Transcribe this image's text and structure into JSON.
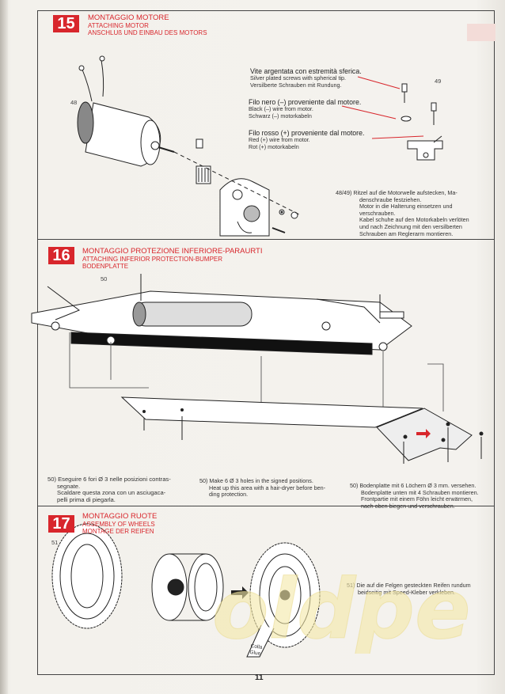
{
  "page_number": "11",
  "colors": {
    "accent": "#d8262c",
    "line": "#333333",
    "watermark": "#f4ebb0"
  },
  "step15": {
    "number": "15",
    "title_it": "MONTAGGIO MOTORE",
    "title_en": "ATTACHING MOTOR",
    "title_de": "ANSCHLUß UND EINBAU DES MOTORS",
    "ref_48": "48",
    "ref_49": "49",
    "callout1": {
      "it": "Vite argentata con estremità sferica.",
      "en": "Silver plated screws with spherical tip.",
      "de": "Versilberte Schrauben mit Rundung."
    },
    "callout2": {
      "it": "Filo nero (–) proveniente dal motore.",
      "en": "Black (–) wire from motor.",
      "de": "Schwarz (–) motorkabeln"
    },
    "callout3": {
      "it": "Filo rosso (+) proveniente dal motore.",
      "en": "Red (+) wire from motor.",
      "de": "Rot (+) motorkabeln"
    },
    "note": [
      "48/49) Ritzel auf die Motorwelle aufstecken, Ma-",
      "denschraube festziehen.",
      "Motor in die Halterung einsetzen und",
      "verschrauben.",
      "Kabel schuhe auf den Motorkabeln verlöten",
      "und nach Zeichnung mit den versilberten",
      "Schrauben am Reglerarm montieren."
    ]
  },
  "step16": {
    "number": "16",
    "title_it": "MONTAGGIO PROTEZIONE INFERIORE-PARAURTI",
    "title_en": "ATTACHING INFERIOR PROTECTION-BUMPER",
    "title_de": "BODENPLATTE",
    "ref_50": "50",
    "text_it": [
      "50) Eseguire 6 fori Ø 3 nelle posizioni contras-",
      "segnate.",
      "Scaldare questa zona con un asciugaca-",
      "pelli prima di piegarla."
    ],
    "text_en": [
      "50) Make 6 Ø 3 holes in the signed positions.",
      "Heat up this area with a hair-dryer before ben-",
      "ding protection."
    ],
    "text_de": [
      "50) Bodenplatte mit 6 Löchern Ø 3 mm. versehen.",
      "Bodenplatte unten mit 4 Schrauben montieren.",
      "Frontpartie mit einem Föhn leicht erwärmen,",
      "nach oben biegen und verschrauben."
    ]
  },
  "step17": {
    "number": "17",
    "title_it": "MONTAGGIO RUOTE",
    "title_en": "ASSEMBLY OF WHEELS",
    "title_de": "MONTAGE DER REIFEN",
    "ref_51": "51",
    "glue_label_1": "Colla",
    "glue_label_2": "Glue",
    "note": [
      "51) Die auf die Felgen gesteckten Reifen rundum",
      "beidseitig mit Speed-Kleber verkleben."
    ]
  },
  "watermark": "oldpe"
}
